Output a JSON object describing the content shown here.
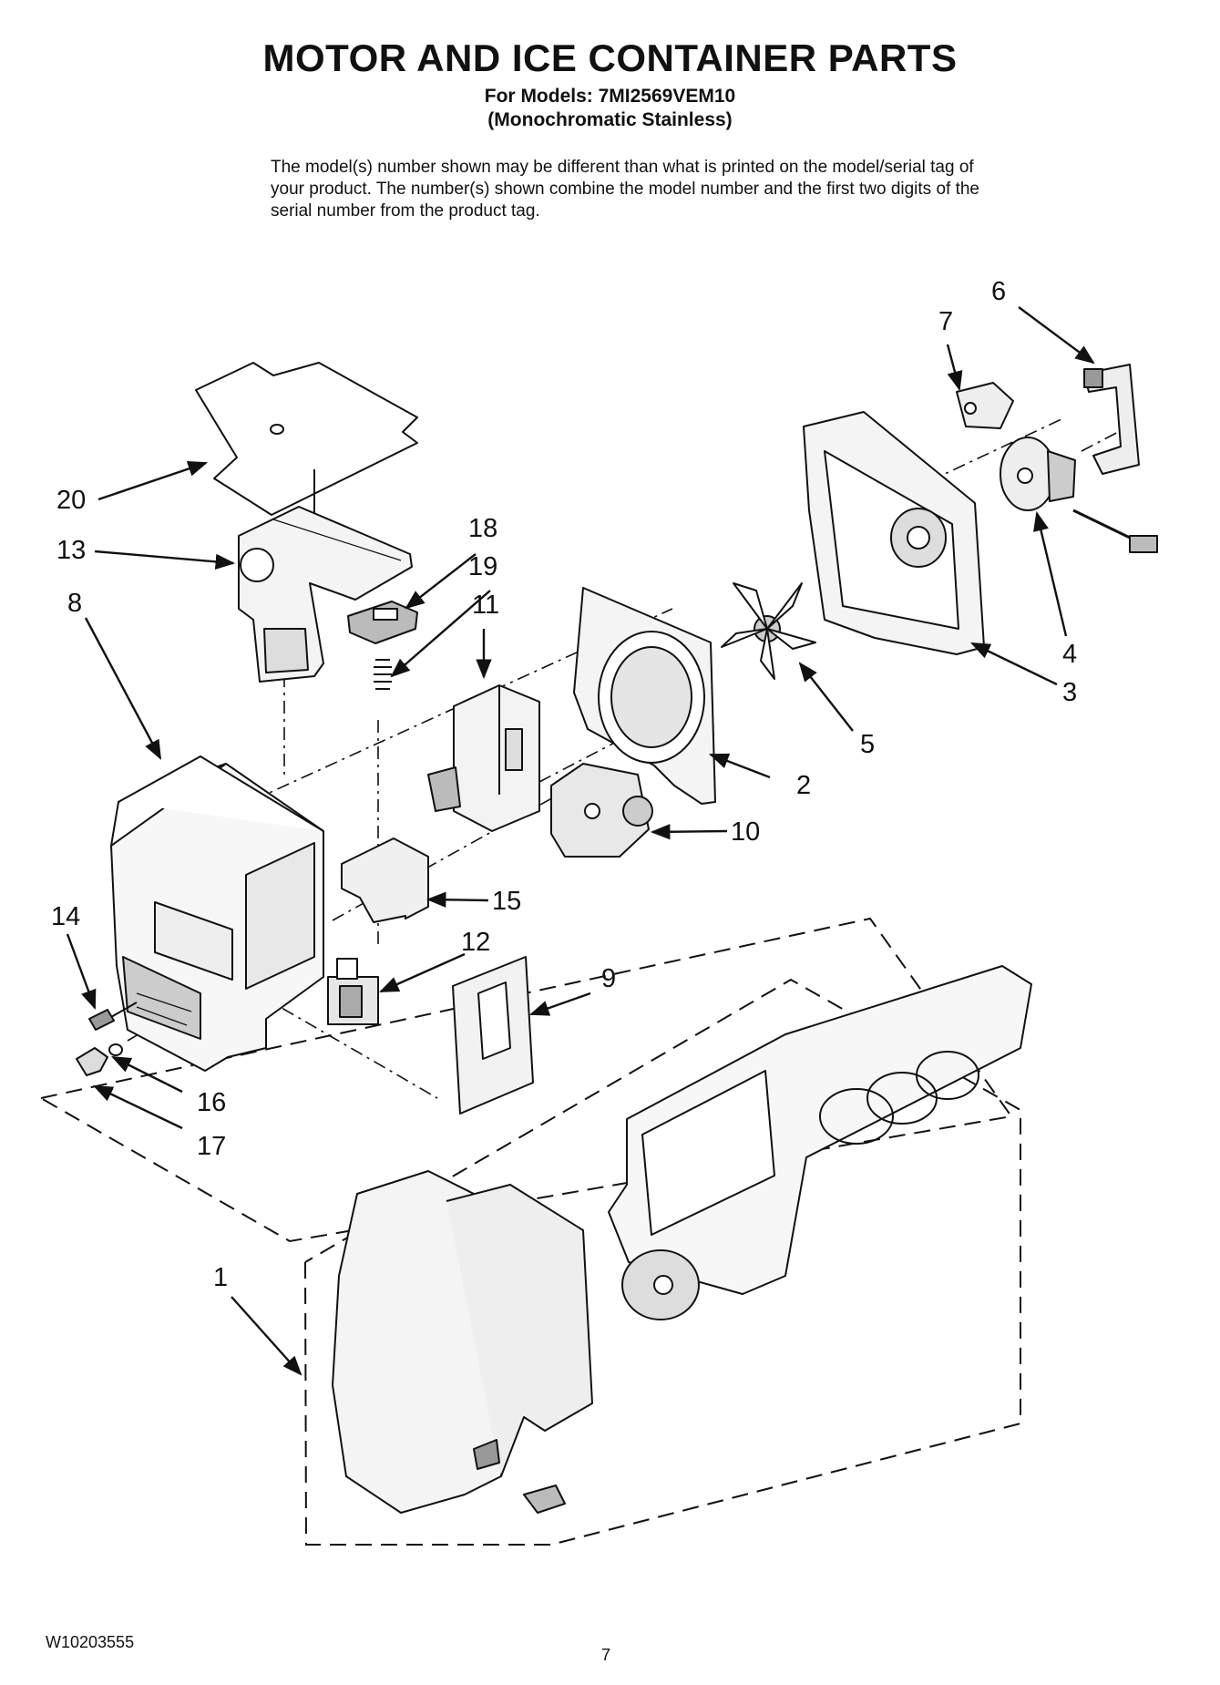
{
  "header": {
    "title": "MOTOR AND ICE CONTAINER PARTS",
    "models_line": "For Models: 7MI2569VEM10",
    "finish_line": "(Monochromatic Stainless)"
  },
  "intro_text": "The model(s) number shown may be different than what is printed on the model/serial tag of your product. The number(s) shown combine the model number and the first two digits of the serial number from the product tag.",
  "callouts": [
    "1",
    "2",
    "3",
    "4",
    "5",
    "6",
    "7",
    "8",
    "9",
    "10",
    "11",
    "12",
    "13",
    "14",
    "15",
    "16",
    "17",
    "18",
    "19",
    "20"
  ],
  "footer": {
    "doc_code": "W10203555",
    "page_number": "7"
  }
}
